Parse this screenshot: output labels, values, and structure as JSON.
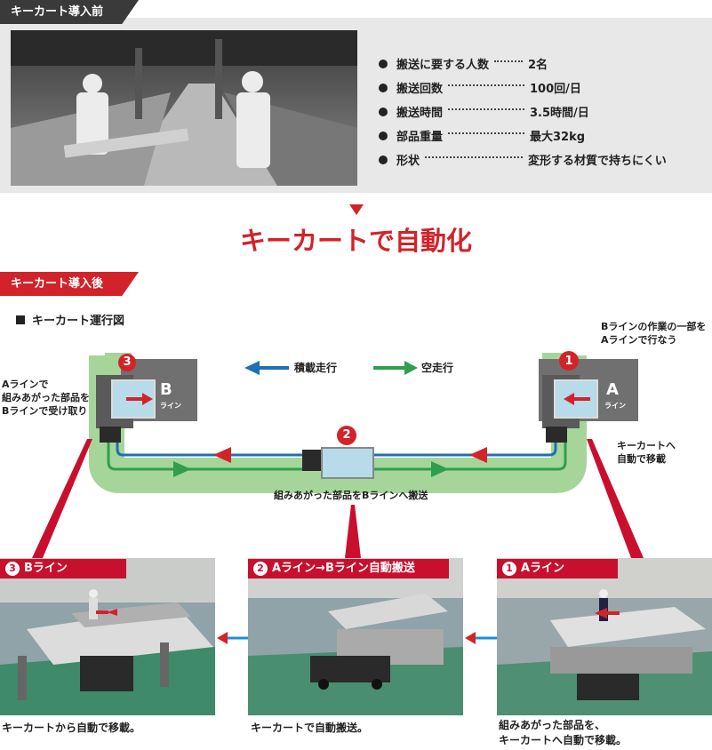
{
  "before": {
    "tag": "キーカート導入前",
    "facts": [
      {
        "label": "搬送に要する人数",
        "value": "2名"
      },
      {
        "label": "搬送回数",
        "value": "100回/日"
      },
      {
        "label": "搬送時間",
        "value": "3.5時間/日"
      },
      {
        "label": "部品重量",
        "value": "最大32kg"
      },
      {
        "label": "形状",
        "value": "変形する材質で持ちにくい"
      }
    ]
  },
  "headline": "キーカートで自動化",
  "after": {
    "tag": "キーカート導入後",
    "diagram_title": "キーカート運行図",
    "legend": {
      "loaded": "積載走行",
      "empty": "空走行"
    },
    "stations": {
      "b": {
        "num": "3",
        "letter": "B",
        "sub": "ライン"
      },
      "a": {
        "num": "1",
        "letter": "A",
        "sub": "ライン"
      },
      "mid": {
        "num": "2"
      }
    },
    "notes": {
      "right_top": "Bラインの作業の一部を\nAラインで行なう",
      "left": "Aラインで\n組みあがった部品を\nBラインで受け取り",
      "right_mid": "キーカートへ\n自動で移載",
      "center": "組みあがった部品をBラインへ搬送"
    },
    "photos": [
      {
        "num": "3",
        "title": "Bライン",
        "caption": "キーカートから自動で移載。"
      },
      {
        "num": "2",
        "title": "Aライン→Bライン自動搬送",
        "caption": "キーカートで自動搬送。"
      },
      {
        "num": "1",
        "title": "Aライン",
        "caption": "組みあがった部品を、\nキーカートへ自動で移載。"
      }
    ]
  },
  "colors": {
    "accent": "#d2232a",
    "blue": "#1f6fb4",
    "green": "#2e9e4f",
    "track": "#a6d59a"
  }
}
